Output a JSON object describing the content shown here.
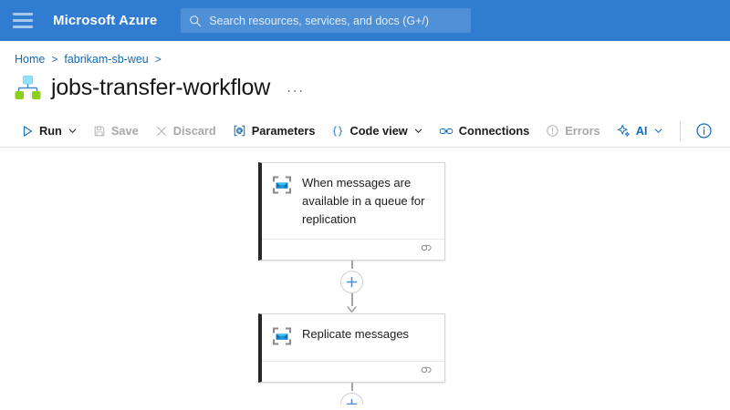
{
  "header": {
    "menu_icon": "hamburger-icon",
    "brand": "Microsoft Azure",
    "search": {
      "icon": "search-icon",
      "placeholder": "Search resources, services, and docs (G+/)"
    },
    "bg_color": "#2f7cd1"
  },
  "breadcrumb": {
    "items": [
      {
        "label": "Home"
      },
      {
        "label": "fabrikam-sb-weu"
      }
    ],
    "separator": ">",
    "link_color": "#0f6cbd"
  },
  "page": {
    "icon": "logic-app-workflow-icon",
    "title": "jobs-transfer-workflow",
    "more_label": "···"
  },
  "toolbar": {
    "items": [
      {
        "name": "run",
        "label": "Run",
        "icon": "play-icon",
        "has_chevron": true,
        "disabled": false
      },
      {
        "name": "save",
        "label": "Save",
        "icon": "save-disk-icon",
        "has_chevron": false,
        "disabled": true
      },
      {
        "name": "discard",
        "label": "Discard",
        "icon": "close-x-icon",
        "has_chevron": false,
        "disabled": true
      },
      {
        "name": "parameters",
        "label": "Parameters",
        "icon": "at-bracket-icon",
        "has_chevron": false,
        "disabled": false
      },
      {
        "name": "code-view",
        "label": "Code view",
        "icon": "curly-braces-icon",
        "has_chevron": true,
        "disabled": false
      },
      {
        "name": "connections",
        "label": "Connections",
        "icon": "link-icon",
        "has_chevron": false,
        "disabled": false
      },
      {
        "name": "errors",
        "label": "Errors",
        "icon": "error-circle-icon",
        "has_chevron": false,
        "disabled": true
      },
      {
        "name": "ai",
        "label": "AI",
        "icon": "sparkle-icon",
        "has_chevron": true,
        "disabled": false
      }
    ],
    "info_icon": "info-circle-icon",
    "accent_color": "#0f6cbd",
    "disabled_color": "#a8a8a8"
  },
  "designer": {
    "nodes": [
      {
        "name": "trigger-node",
        "icon": "service-bus-icon",
        "title": "When messages are available in a queue for replication",
        "footer_icon": "connection-link-icon"
      },
      {
        "name": "action-node",
        "icon": "service-bus-icon",
        "title": "Replicate messages",
        "footer_icon": "connection-link-icon"
      }
    ],
    "add_buttons": [
      {
        "name": "insert-step-button-1",
        "label": "+"
      },
      {
        "name": "insert-step-button-2",
        "label": "+"
      }
    ],
    "node_accent_color": "#272727",
    "connector_color": "#a3a3a3",
    "plus_color": "#4a8fdc"
  }
}
